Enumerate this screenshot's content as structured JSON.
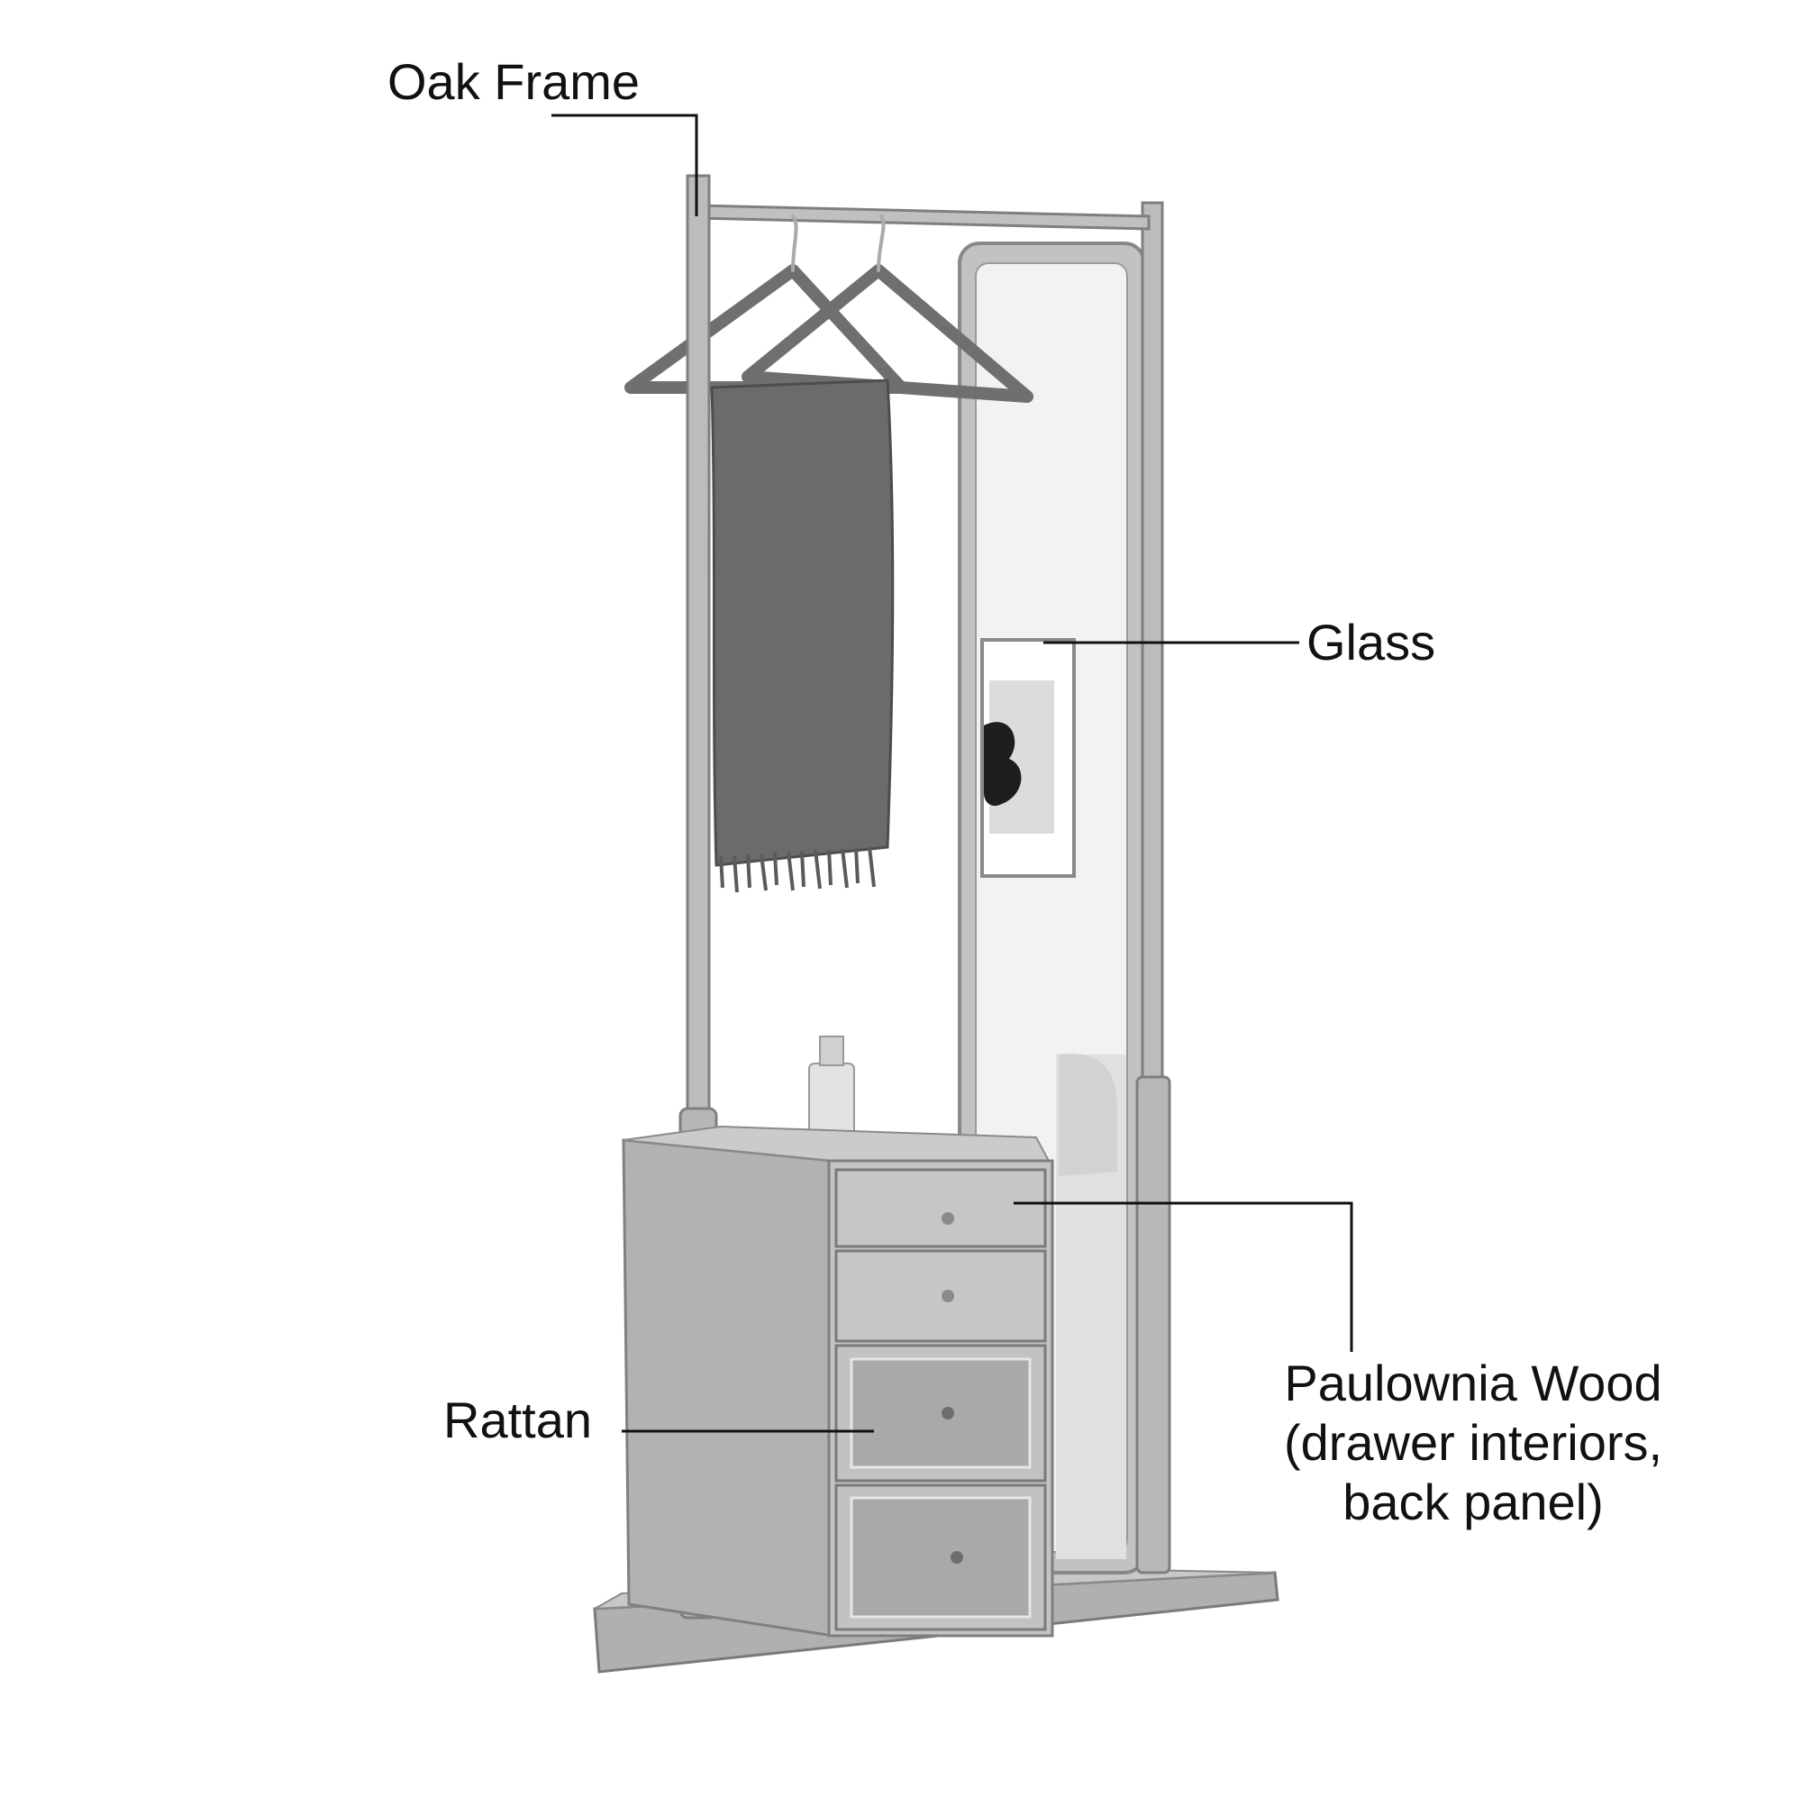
{
  "labels": {
    "oak_frame": "Oak Frame",
    "glass": "Glass",
    "rattan": "Rattan",
    "paulownia_line1": "Paulownia Wood",
    "paulownia_line2": "(drawer interiors,",
    "paulownia_line3": "back panel)"
  },
  "colors": {
    "background": "#ffffff",
    "wood": "#bdbdbd",
    "wood_dark": "#8a8a8a",
    "scarf": "#6a6a6a",
    "glass": "#f1f1f1",
    "leader_line": "#111111"
  }
}
